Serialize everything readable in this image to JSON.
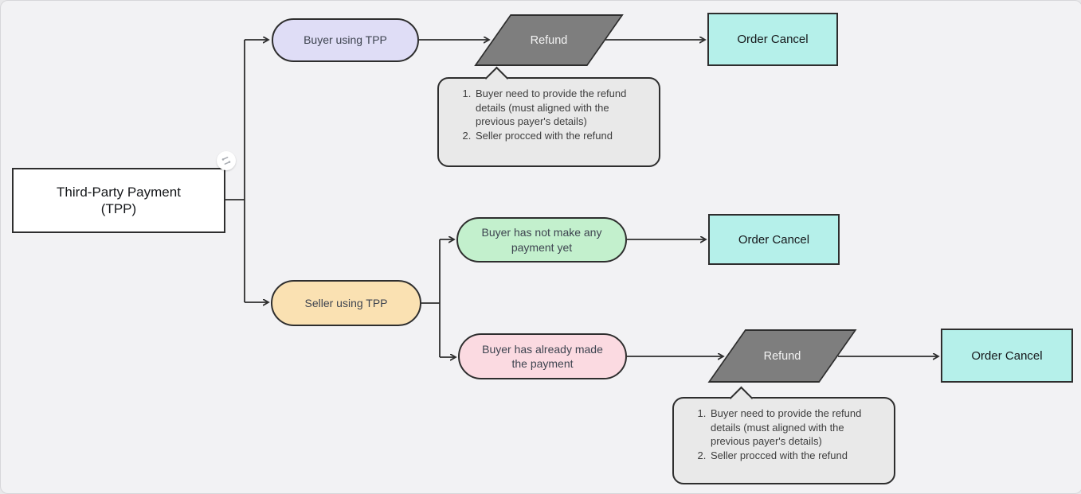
{
  "colors": {
    "background": "#f2f2f4",
    "stroke": "#2e2e2e",
    "node_border": "#2e2e2e",
    "root_fill": "#ffffff",
    "lavender": "#dfddf6",
    "peach": "#fae1b2",
    "green": "#c3f0cd",
    "pink": "#fbdae1",
    "cyan": "#b5f0ea",
    "gray": "#7e7e7e",
    "note_fill": "#e9e9e9",
    "text_dark": "#15171a",
    "text_muted": "#3e4450",
    "text_light": "#f3f3f3",
    "note_text": "#3e3e3e"
  },
  "nodes": {
    "root": {
      "label": "Third-Party Payment (TPP)"
    },
    "buyer_tpp": {
      "label": "Buyer using TPP"
    },
    "seller_tpp": {
      "label": "Seller using TPP"
    },
    "refund_top": {
      "label": "Refund"
    },
    "refund_bottom": {
      "label": "Refund"
    },
    "no_payment": {
      "label": "Buyer has not make any payment yet"
    },
    "paid": {
      "label": "Buyer has already made the payment"
    },
    "order_cancel_top": {
      "label": "Order Cancel"
    },
    "order_cancel_mid": {
      "label": "Order Cancel"
    },
    "order_cancel_right": {
      "label": "Order Cancel"
    }
  },
  "notes": {
    "refund_steps": [
      "Buyer need to provide the refund details (must aligned with the previous payer's details)",
      "Seller procced with the refund"
    ]
  },
  "icons": {
    "badge": "connector-icon"
  }
}
